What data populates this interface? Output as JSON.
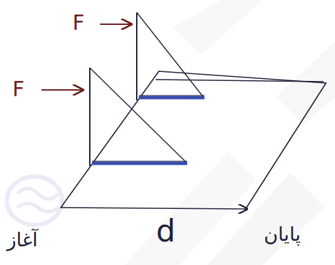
{
  "diagram": {
    "labels": [
      "F",
      "F",
      "آغاز",
      "d",
      "پایان"
    ]
  }
}
